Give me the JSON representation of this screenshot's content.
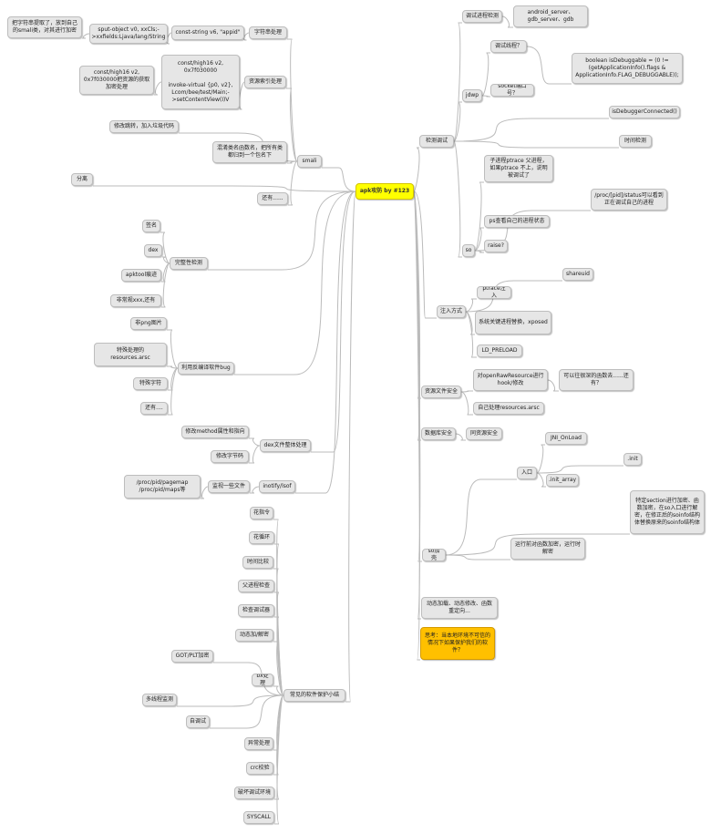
{
  "colors": {
    "center": "#ffff00",
    "think": "#ffc000",
    "node": "#e6e6e6",
    "line": "#bbbbbb"
  },
  "nodes": {
    "center": "apk攻防  by  #123",
    "smali": "smali",
    "str_proc": "字符串处理",
    "const_str": "const-string v6, \"appid\"",
    "sput_obj": "sput-object v0, xxCls;->xxfields:Ljava/lang/String",
    "str_extract": "把字符串提取了，放到自己的smali类，对其进行加密",
    "res_idx": "资源索引处理",
    "const16_code": "const/high16 v2,\n0x7f030000\n\ninvoke-virtual {p0, v2},\nLcom/bee/test/Main;->setContentView(I)V",
    "const16_enc": "const/high16 v2, 0x7f030000把资源的获取加密处理",
    "jump_mod": "修改跳转，加入垃圾代码",
    "confuse_names": "混淆类名函数名，把所有类都归到一个包名下",
    "more1": "还有......",
    "split": "分离",
    "integrity": "完整性检测",
    "sign": "签名",
    "dex": "dex",
    "apktool_mark": "apktool痕迹",
    "special_file": "非常规xxx,还有",
    "decompile_bug": "利用反编译软件bug",
    "non_png": "非png图片",
    "special_res": "特殊处理的\nresources.arsc",
    "special_char": "特殊字符",
    "more2": "还有....",
    "dex_whole": "dex文件整体处理",
    "modify_method": "修改method属性和指向",
    "modify_bytes": "修改字节码",
    "inotify": "inotify/lsof",
    "monitor_file": "监视一些文件",
    "proc_maps": "/proc/pid/pagemap\n/proc/pid/maps等",
    "common_protect": "常见的软件保护小结",
    "flower": "花指令",
    "flower_loop": "花循环",
    "time_compare": "时间比较",
    "parent_check": "父进程检查",
    "check_debugger": "检查调试器",
    "dyn_decrypt": "动态加/解密",
    "got_plt": "GOT/PLT加密",
    "bx": "bx处理",
    "multi_thread": "多线程监测",
    "self_debug": "自调试",
    "exception": "异常处理",
    "crc": "crc校验",
    "break_env": "破坏调试环境",
    "syscall": "SYSCALL",
    "detect_debug": "检测调试",
    "debug_proc_detect": "调试进程检测",
    "android_server": "android_server、\ngdb_server、gdb",
    "jdwp": "jdwp",
    "debug_on": "调试线程？",
    "is_debuggable": "boolean isDebuggable = (0 !=\n(getApplicationInfo().flags &\nApplicationInfo.FLAG_DEBUGGABLE));",
    "socket_port": "socket端口号？",
    "is_debugger_connected": "isDebuggerConnected()",
    "time_detect": "时间检测",
    "so": "so",
    "ptrace_child": "子进程ptrace 父进程，如果ptrace 不上，说明被调试了",
    "proc_status": "/proc/[pid]/status可以看到正在调试自己的进程",
    "ps_state": "ps查看自己的进程状态",
    "raise": "raise?",
    "inject": "注入方式",
    "shareuid": "shareuid",
    "ptrace_inject": "ptrace注入",
    "sys_key": "系统关键进程替换，xposed",
    "ld_preload": "LD_PRELOAD",
    "res_safety": "资源文件安全",
    "open_raw": "对openRawResource进行hook/修改",
    "deep_func": "可以往很深的函数去......还有？",
    "self_res": "自己处理resources.arsc",
    "db_safety": "数据库安全",
    "same_as_res": "同资源安全",
    "so_pack": "so加壳",
    "entry": "入口",
    "jni_onload": "JNI_OnLoad",
    "init": ".init",
    "init_array": ".init_array",
    "section_enc": "特定section进行加密、函数加密，在so入口进行解密，在修正后的soinfo结构体替换原来的soinfo结构体",
    "runtime_dec": "运行前对函数加密，运行时解密",
    "dyn_load": "动态加载、动态修改、函数重定向...",
    "think": "思考：当本地环境不可信的情况下如果保护我们的软件？"
  }
}
